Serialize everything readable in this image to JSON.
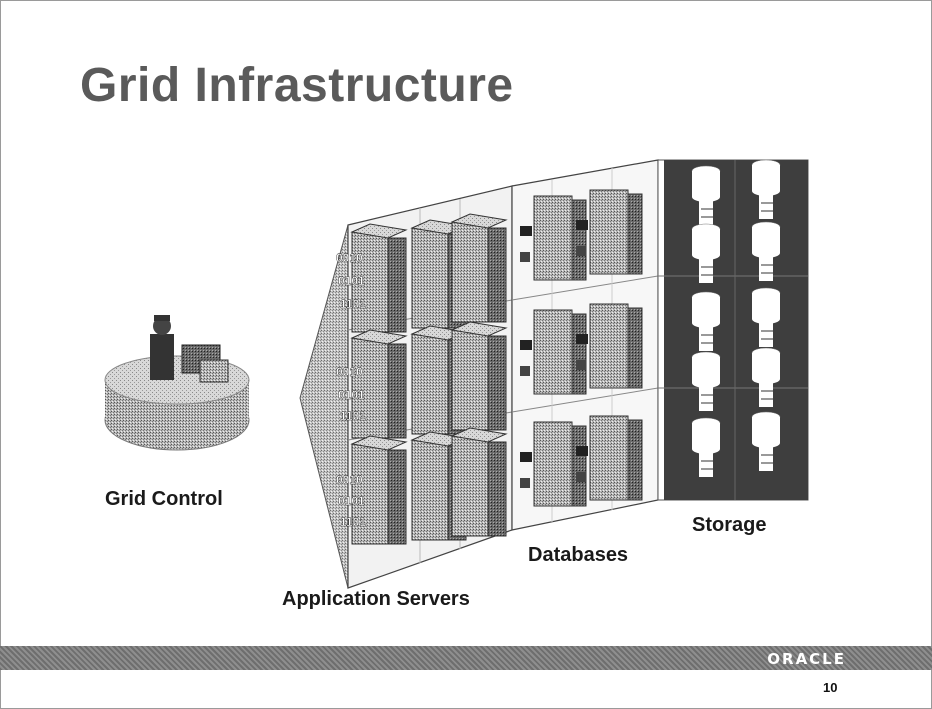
{
  "slide": {
    "title": "Grid Infrastructure",
    "page_number": "10",
    "logo_text": "ORACLE"
  },
  "labels": {
    "grid_control": "Grid Control",
    "application_servers": "Application Servers",
    "databases": "Databases",
    "storage": "Storage"
  },
  "binary_rows": [
    "0010",
    "0101",
    "1101"
  ]
}
